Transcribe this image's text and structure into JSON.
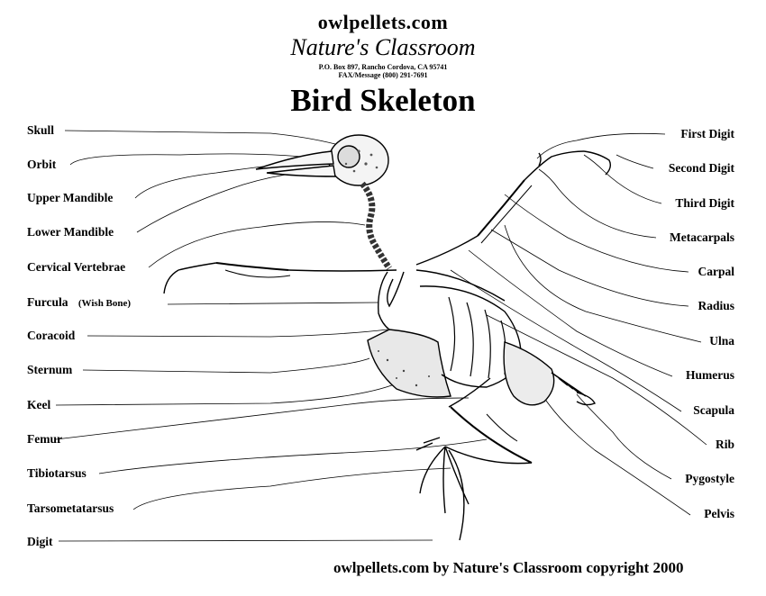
{
  "header": {
    "site": "owlpellets.com",
    "brand": "Nature's Classroom",
    "address_line1": "P.O. Box 897, Rancho Cordova, CA 95741",
    "address_line2": "FAX/Message (800) 291-7691",
    "title": "Bird Skeleton"
  },
  "labels_left": {
    "skull": "Skull",
    "orbit": "Orbit",
    "upper_mandible": "Upper Mandible",
    "lower_mandible": "Lower Mandible",
    "cervical_vertebrae": "Cervical Vertebrae",
    "furcula": "Furcula",
    "furcula_note": "(Wish Bone)",
    "coracoid": "Coracoid",
    "sternum": "Sternum",
    "keel": "Keel",
    "femur": "Femur",
    "tibiotarsus": "Tibiotarsus",
    "tarsometatarsus": "Tarsometatarsus",
    "digit": "Digit"
  },
  "labels_right": {
    "first_digit": "First Digit",
    "second_digit": "Second Digit",
    "third_digit": "Third Digit",
    "metacarpals": "Metacarpals",
    "carpal": "Carpal",
    "radius": "Radius",
    "ulna": "Ulna",
    "humerus": "Humerus",
    "scapula": "Scapula",
    "rib": "Rib",
    "pygostyle": "Pygostyle",
    "pelvis": "Pelvis"
  },
  "footer": {
    "copyright": "owlpellets.com by Nature's Classroom copyright 2000"
  }
}
